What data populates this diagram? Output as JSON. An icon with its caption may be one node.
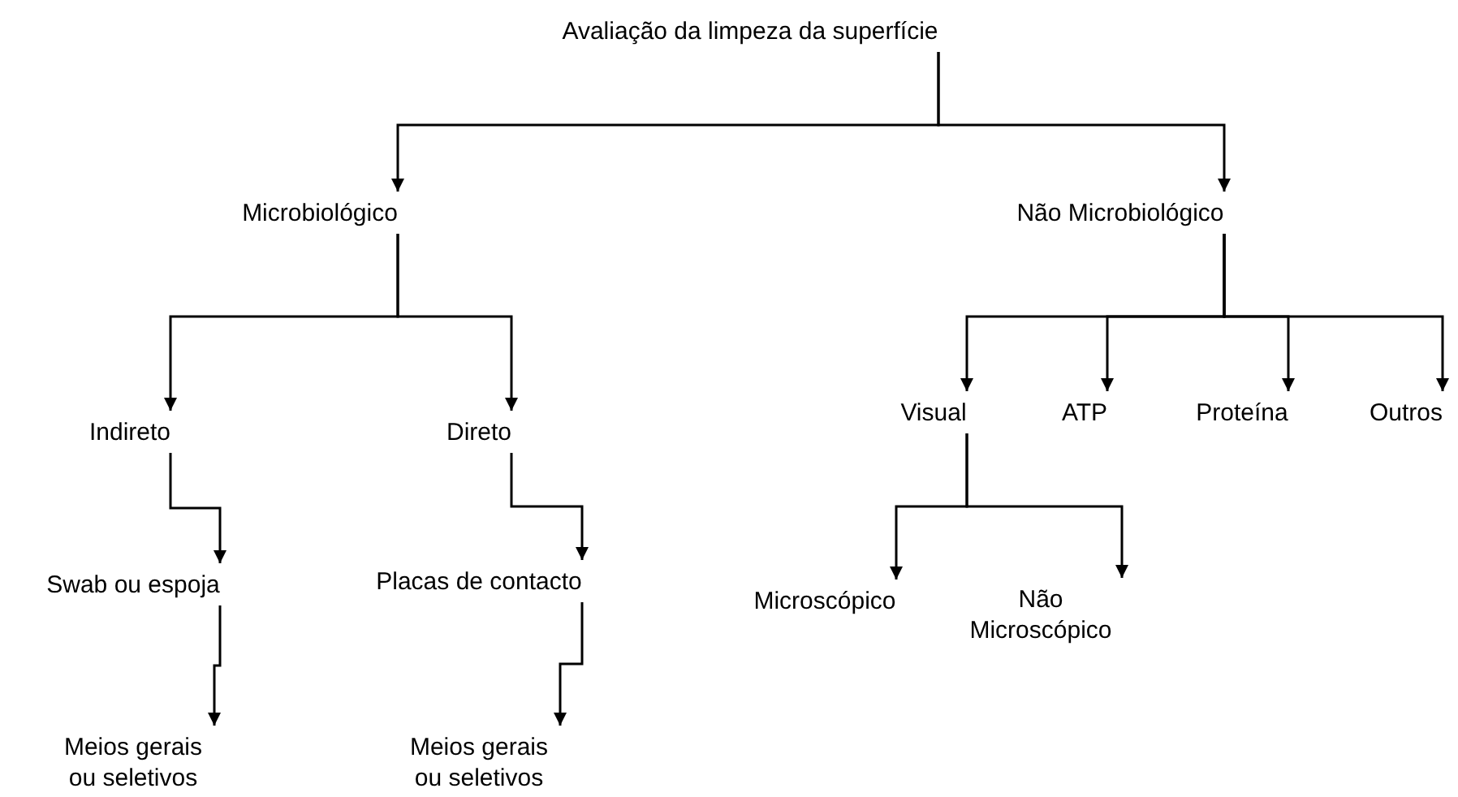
{
  "diagram": {
    "nodes": [
      {
        "text": [
          "Avaliação da limpeza da superfície"
        ]
      },
      {
        "text": [
          "Microbiológico"
        ]
      },
      {
        "text": [
          "Não Microbiológico"
        ]
      },
      {
        "text": [
          "Indireto"
        ]
      },
      {
        "text": [
          "Direto"
        ]
      },
      {
        "text": [
          "Visual"
        ]
      },
      {
        "text": [
          "ATP"
        ]
      },
      {
        "text": [
          "Proteína"
        ]
      },
      {
        "text": [
          "Outros"
        ]
      },
      {
        "text": [
          "Swab ou espoja"
        ]
      },
      {
        "text": [
          "Placas de contacto"
        ]
      },
      {
        "text": [
          "Microscópico"
        ]
      },
      {
        "text": [
          "Não Microscópico"
        ]
      },
      {
        "text": [
          "Meios gerais ou seletivos"
        ]
      },
      {
        "text": [
          "Meios gerais ou seletivos"
        ]
      }
    ],
    "edges": [
      {
        "from": 0,
        "to": 1,
        "arrow": "to"
      },
      {
        "from": 0,
        "to": 2,
        "arrow": "to"
      },
      {
        "from": 1,
        "to": 3,
        "arrow": "to"
      },
      {
        "from": 1,
        "to": 4,
        "arrow": "to"
      },
      {
        "from": 2,
        "to": 5,
        "arrow": "to"
      },
      {
        "from": 2,
        "to": 6,
        "arrow": "to"
      },
      {
        "from": 2,
        "to": 7,
        "arrow": "to"
      },
      {
        "from": 2,
        "to": 8,
        "arrow": "to"
      },
      {
        "from": 3,
        "to": 9,
        "arrow": "to"
      },
      {
        "from": 4,
        "to": 10,
        "arrow": "to"
      },
      {
        "from": 5,
        "to": 11,
        "arrow": "to"
      },
      {
        "from": 5,
        "to": 12,
        "arrow": "to"
      },
      {
        "from": 9,
        "to": 13,
        "arrow": "to"
      },
      {
        "from": 10,
        "to": 14,
        "arrow": "to"
      }
    ]
  }
}
